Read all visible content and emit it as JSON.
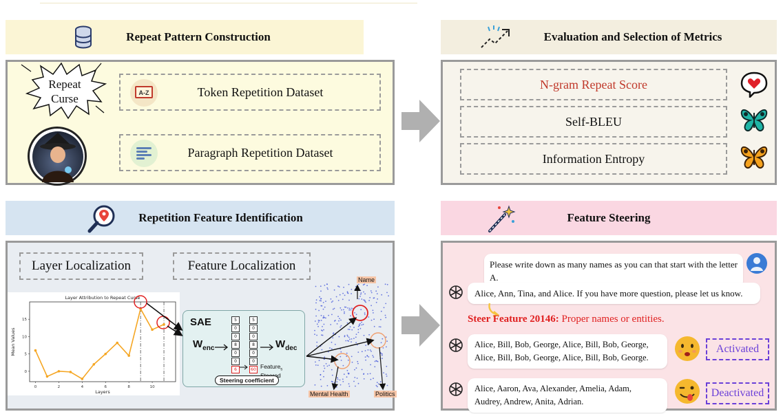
{
  "panels": {
    "repeat_construction": {
      "title": "Repeat Pattern Construction",
      "curse_label": "Repeat Curse",
      "token_dataset": "Token Repetition Dataset",
      "paragraph_dataset": "Paragraph Repetition Dataset"
    },
    "metrics": {
      "title": "Evaluation and Selection of Metrics",
      "items": [
        "N-gram Repeat Score",
        "Self-BLEU",
        "Information Entropy"
      ]
    },
    "identification": {
      "title": "Repetition Feature Identification",
      "layer_localization": "Layer Localization",
      "feature_localization": "Feature Localization"
    },
    "steering": {
      "title": "Feature Steering",
      "user_prompt": "Please write down as many names as you can that start with the letter A.",
      "response_1": "Alice, Ann, Tina, and Alice. If you have more question, please let us know.",
      "steer_label": "Steer Feature 20146:",
      "steer_desc": "Proper names or entities.",
      "response_activated": "Alice, Bill, Bob, George, Alice, Bill, Bob, George, Alice, Bill, Bob, George, Alice, Bill, Bob, George.",
      "activated": "Activated",
      "response_deactivated": "Alice, Aaron, Ava, Alexander, Amelia, Adam, Audrey, Andrew, Anita, Adrian.",
      "deactivated": "Deactivated"
    }
  },
  "sae": {
    "title": "SAE",
    "w_enc": "W",
    "w_enc_sub": "enc",
    "w_dec": "W",
    "w_dec_sub": "dec",
    "feature_label": "Feature",
    "feature_sub": "s",
    "steered": "Steered",
    "steering_coefficient": "Steering coefficient",
    "left_vector": [
      "5",
      "0",
      "0",
      "8",
      "0",
      "0",
      "6"
    ],
    "right_vector": [
      "5",
      "0",
      "0",
      "8",
      "0",
      "0",
      "60"
    ]
  },
  "chart_data": {
    "type": "line",
    "title": "Layer Attribution to Repeat Curse",
    "xlabel": "Layers",
    "ylabel": "Mean Values",
    "x": [
      0,
      1,
      2,
      3,
      4,
      5,
      6,
      7,
      8,
      9,
      10,
      11
    ],
    "values": [
      6,
      -1.5,
      0,
      -0.2,
      -2.2,
      2,
      5,
      8.2,
      4.5,
      18,
      12,
      13.5
    ],
    "ylim": [
      -3,
      20
    ],
    "xlim": [
      -0.5,
      12
    ],
    "xticks": [
      "0",
      "2",
      "4",
      "6",
      "8",
      "10"
    ],
    "yticks": [
      "0",
      "5",
      "10",
      "15"
    ],
    "color": "#f5a623",
    "vlines": [
      9,
      11
    ]
  },
  "scatter_labels": {
    "top": "Name",
    "bottom_left": "Mental Health",
    "bottom_right": "Politics"
  },
  "colors": {
    "header_yellow": "#fbf5d5",
    "header_beige": "#f3eedf",
    "header_blue": "#d6e4f1",
    "header_pink": "#fad7e2",
    "panel_yellow": "#fdfbdf",
    "panel_beige": "#f7f4ec",
    "panel_blue": "#e9edf2",
    "panel_pink": "#fbe3e6",
    "steer_red": "#e02020",
    "activated_purple": "#6a3fd8",
    "metric_red": "#c0392b",
    "arrow_gray": "#b0b0b0"
  }
}
